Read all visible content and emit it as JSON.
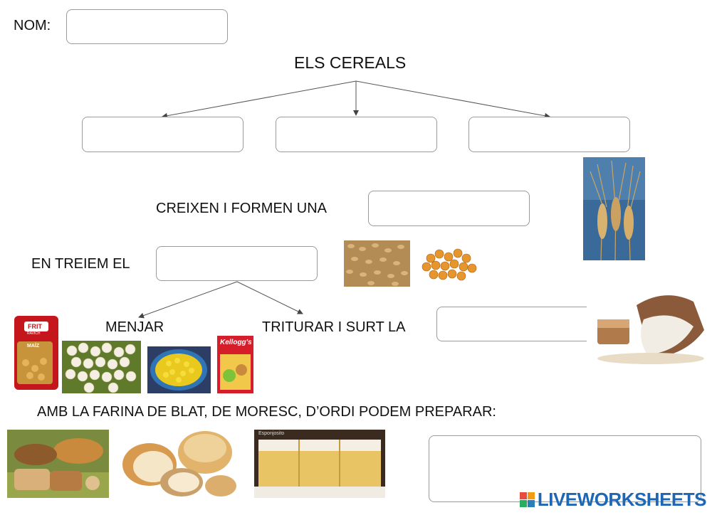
{
  "name_label": "NOM:",
  "title": "ELS CEREALS",
  "line1_label": "CREIXEN I FORMEN UNA",
  "line2_label": "EN TREIEM EL",
  "option_eat": "MENJAR",
  "option_grind": "TRITURAR I SURT LA",
  "bottom_sentence": "AMB LA FARINA DE BLAT, DE MORESC, D’ORDI PODEM PREPARAR:",
  "frit_bag": {
    "brand": "FRIT",
    "sub": "RAVICH",
    "label": "MAÍZ"
  },
  "cereal_box": {
    "brand": "Kellogg's"
  },
  "cake_photo_caption": "Esponjosito",
  "watermark": "LIVEWORKSHEETS",
  "colors": {
    "box_border": "#9a9a9a",
    "watermark": "#1e67b4",
    "sky": "#3a6a9a",
    "grain": "#c9a265"
  }
}
